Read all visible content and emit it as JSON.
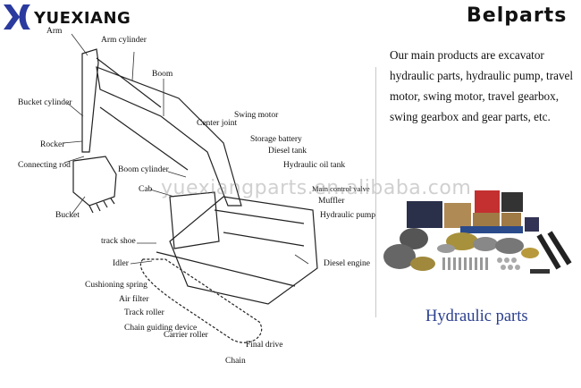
{
  "header": {
    "logo_text": "YUEXIANG",
    "brand": "Belparts",
    "logo_color": "#2a3a9e"
  },
  "description": {
    "lines": [
      "Our main products are excavator",
      "hydraulic parts, hydraulic pump, travel",
      "motor, swing motor, travel gearbox,",
      "swing gearbox and gear parts, etc."
    ]
  },
  "product": {
    "caption": "Hydraulic parts",
    "caption_color": "#2b3f8e"
  },
  "watermark": "yuexiangparts.en.alibaba.com",
  "diagram": {
    "labels": {
      "arm": "Arm",
      "arm_cylinder": "Arm cylinder",
      "boom": "Boom",
      "bucket_cylinder": "Bucket cylinder",
      "swing_motor": "Swing motor",
      "center_joint": "Center joint",
      "storage_battery": "Storage battery",
      "rocker": "Rocker",
      "diesel_tank": "Diesel tank",
      "connecting_rod": "Connecting rod",
      "hydraulic_oil_tank": "Hydraulic oil tank",
      "boom_cylinder": "Boom cylinder",
      "main_control_valve": "Main control valve",
      "cab": "Cab",
      "muffler": "Muffler",
      "bucket": "Bucket",
      "hydraulic_pump": "Hydraulic pump",
      "track_shoe": "track shoe",
      "idler": "Idler",
      "diesel_engine": "Diesel engine",
      "cushioning_spring": "Cushioning spring",
      "air_filter": "Air filter",
      "track_roller": "Track roller",
      "chain_guiding_device": "Chain guiding device",
      "carrier_roller": "Carrier roller",
      "final_drive": "Final drive",
      "chain": "Chain"
    }
  }
}
